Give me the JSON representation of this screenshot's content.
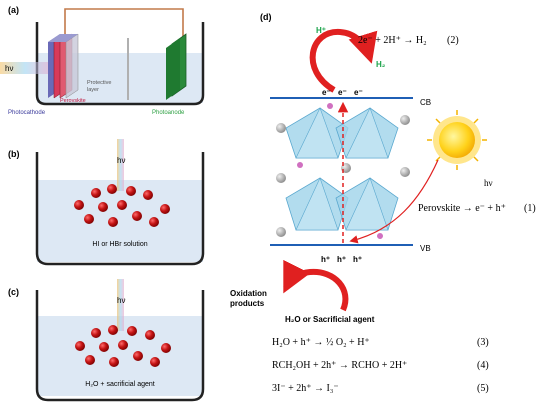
{
  "panel_a": {
    "tag": "(a)",
    "hv": "hν",
    "photocathode": "Photocathode",
    "perovskite": "Perovskite",
    "protective_layer": "Protective layer",
    "photoanode": "Photoanode",
    "colors": {
      "photocathode": "#3b3b9c",
      "perovskite": "#c0143c",
      "photoanode": "#2ea043"
    }
  },
  "panel_b": {
    "tag": "(b)",
    "hv": "hν",
    "solution": "HI or HBr solution"
  },
  "panel_c": {
    "tag": "(c)",
    "hv": "hν",
    "solution": "H₂O + sacrificial agent"
  },
  "panel_d": {
    "tag": "(d)",
    "h_plus": "H⁺",
    "h2": "H₂",
    "eq2": "2e⁻ + 2H⁺ → H₂",
    "eq2_num": "(2)",
    "cb": "CB",
    "vb": "VB",
    "electron": "e⁻",
    "hole": "h⁺",
    "hv": "hν",
    "eq1": "Perovskite → e⁻ + h⁺",
    "eq1_num": "(1)",
    "oxidation_products": "Oxidation products",
    "agent": "H₂O or Sacrificial agent",
    "eq3": "H₂O + h⁺ → ½ O₂ + H⁺",
    "eq3_num": "(3)",
    "eq4": "RCH₂OH + 2h⁺ → RCHO + 2H⁺",
    "eq4_num": "(4)",
    "eq5": "3I⁻ + 2h⁺ → I₃⁻",
    "eq5_num": "(5)",
    "colors": {
      "band_line": "#1f5fb5",
      "arrow": "#e02020",
      "h_species": "#1aa34a"
    }
  }
}
